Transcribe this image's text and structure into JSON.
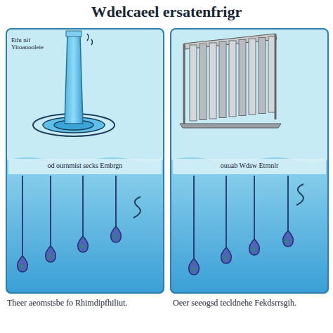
{
  "diagram": {
    "title": "Wdelcaeel ersatenfrigr",
    "nodes": [
      {
        "text": [
          "Etht nif Yitoaoooleie",
          "od ournmist secks Embrgn"
        ]
      },
      {
        "text": [
          "ouuab Wdsw Etmnlr"
        ]
      }
    ],
    "labels": [
      "Theer aeomstsbe fo Rhimdipfhiliut.",
      "Oeer seeogsd tecldnehe Fekdsrrsgih."
    ]
  }
}
